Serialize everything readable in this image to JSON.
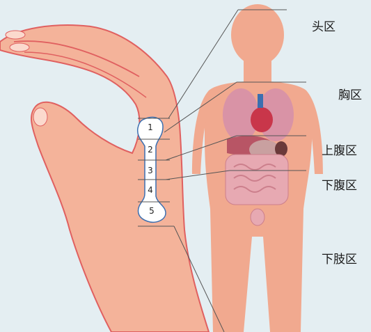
{
  "regions": {
    "head": "头区",
    "chest": "胸区",
    "upper_abdomen": "上腹区",
    "lower_abdomen": "下腹区",
    "lower_limb": "下肢区"
  },
  "zones": [
    "1",
    "2",
    "3",
    "4",
    "5"
  ],
  "colors": {
    "background": "#e4eef2",
    "skin": "#f4b39a",
    "skin_outline": "#e06060",
    "body": "#f1a98f",
    "lung": "#d993a6",
    "heart": "#c9364a",
    "intestine": "#e7a9b2",
    "leader_line": "#555555"
  }
}
